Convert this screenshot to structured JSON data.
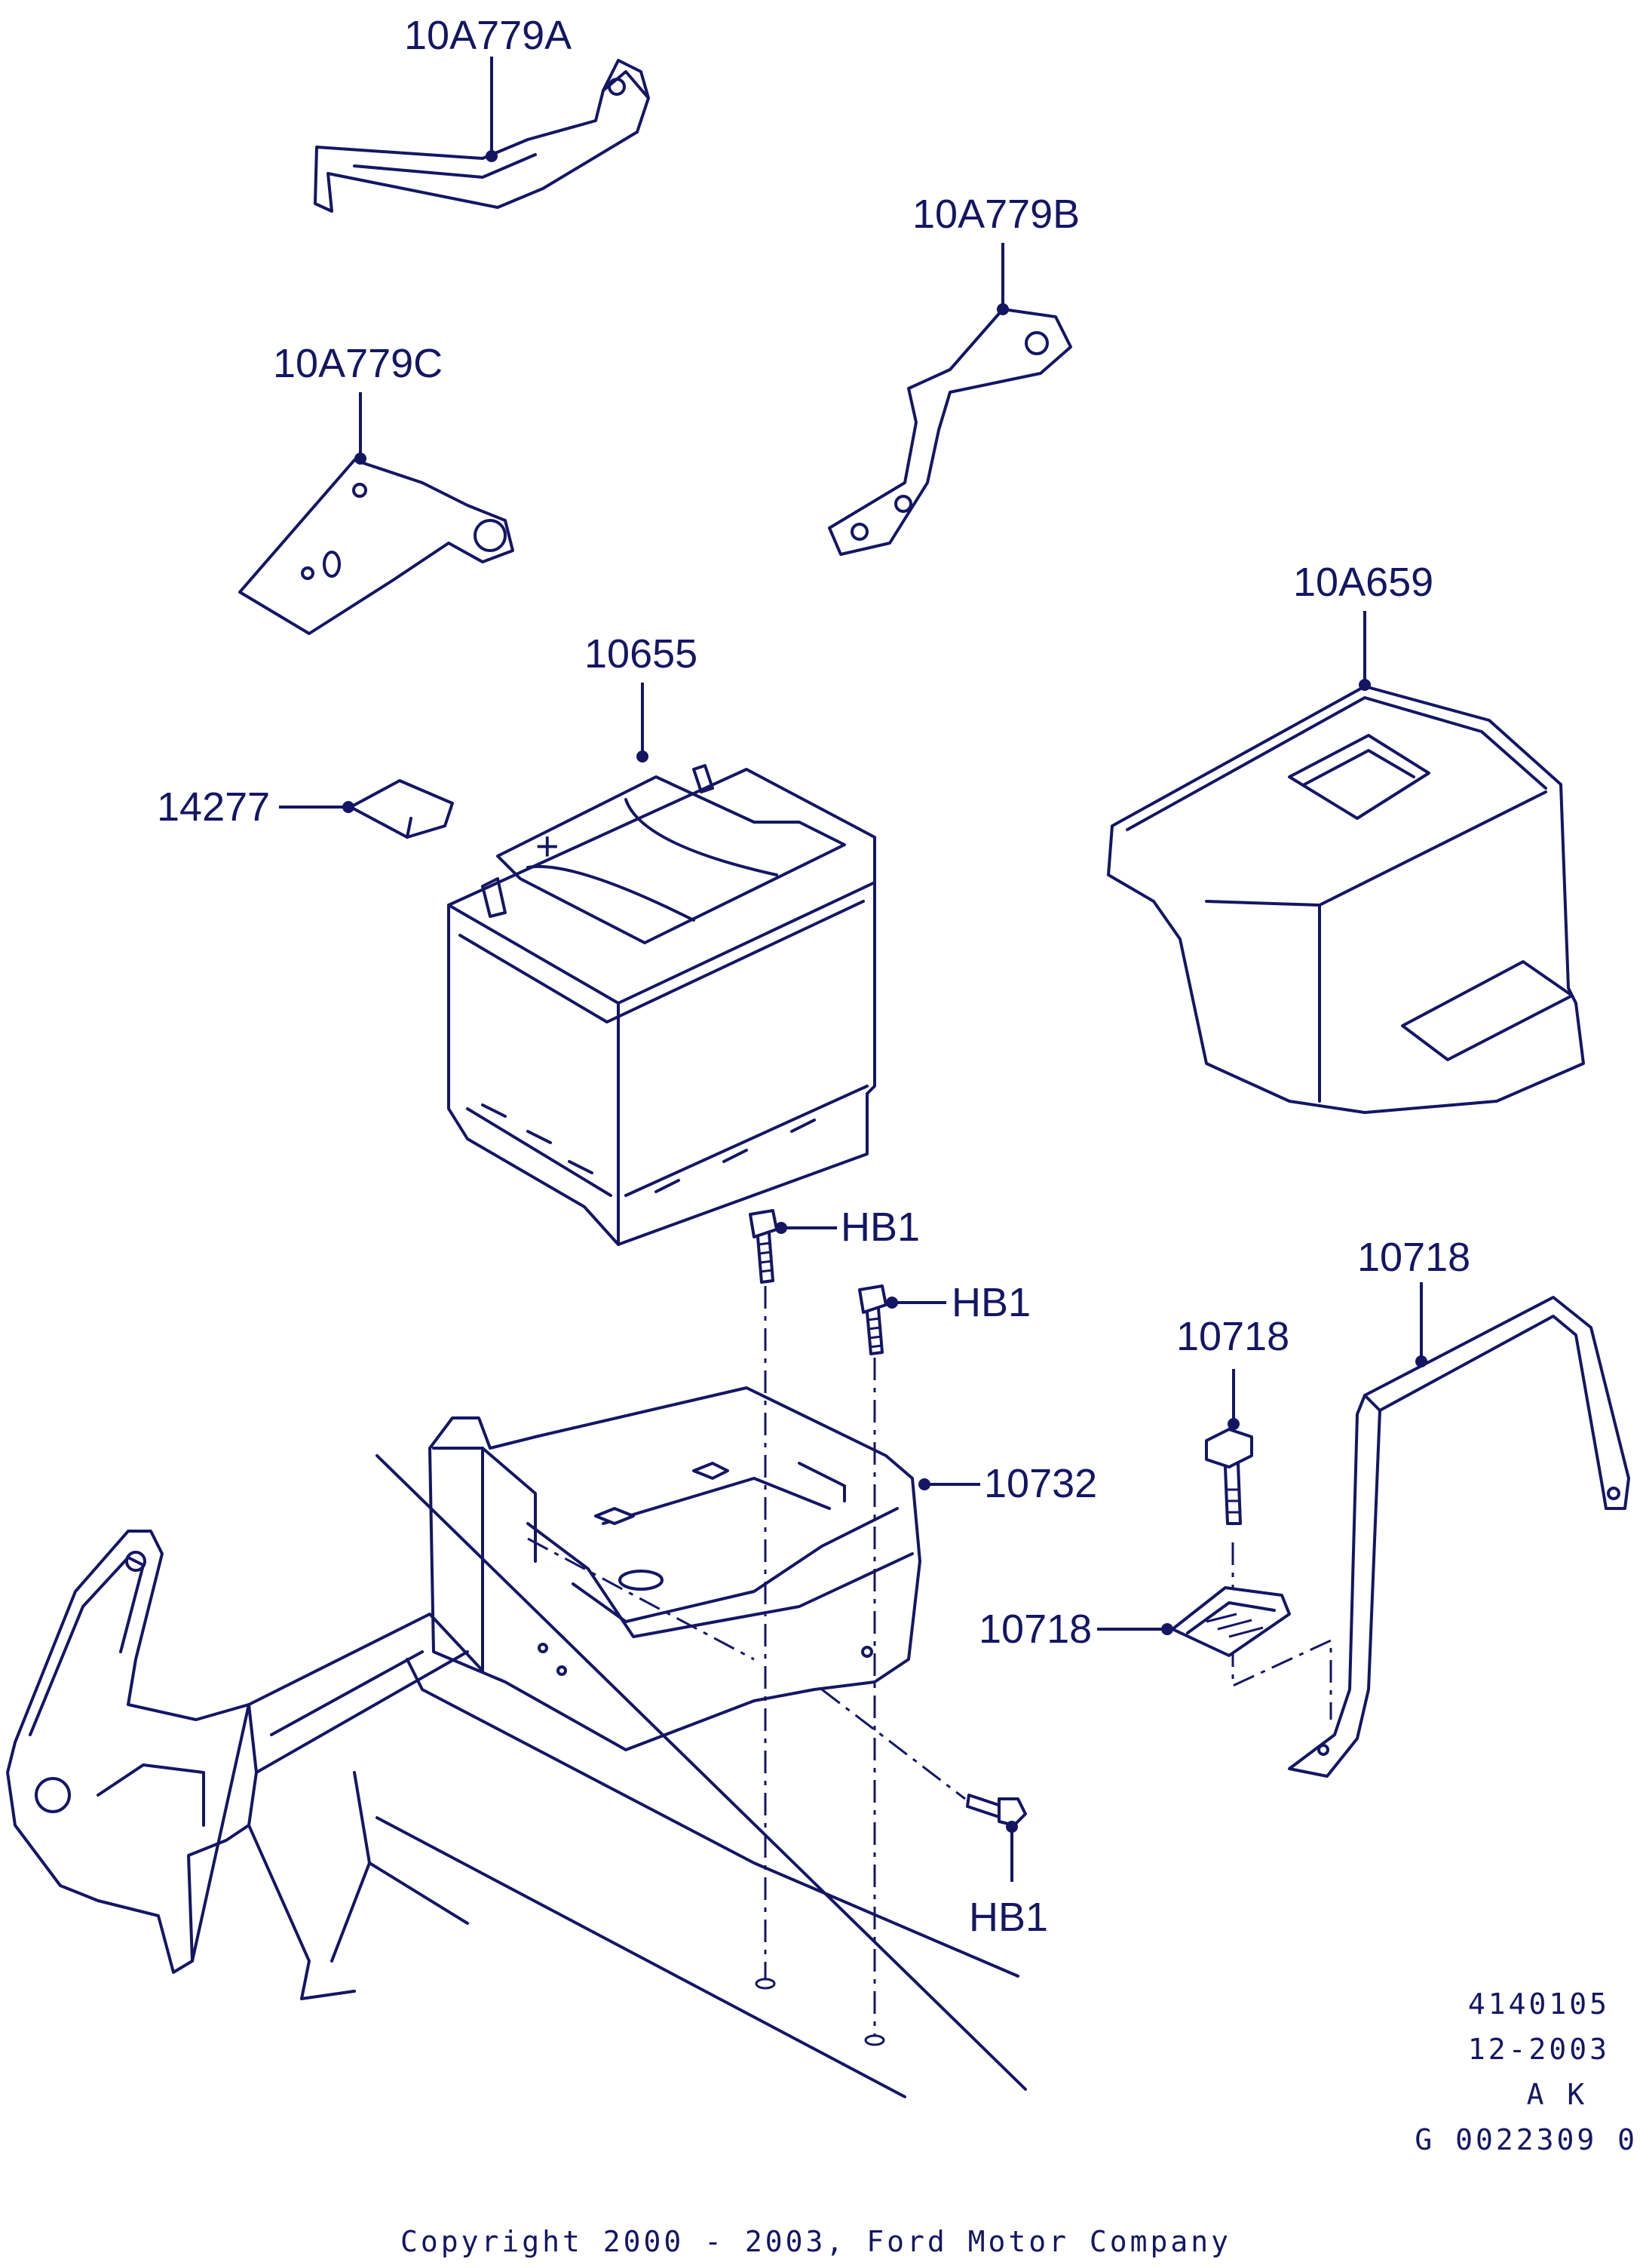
{
  "parts": {
    "bracket_a": "10A779A",
    "bracket_b": "10A779B",
    "bracket_c": "10A779C",
    "cover": "10A659",
    "battery": "10655",
    "terminal_cover": "14277",
    "bolt_1": "HB1",
    "bolt_2": "HB1",
    "bolt_3": "HB1",
    "tray": "10732",
    "strap": "10718",
    "clamp_bolt": "10718",
    "clamp": "10718"
  },
  "meta": {
    "ref_number": "4140105",
    "date": "12-2003",
    "initials": "A K",
    "code": "G 0022309 0"
  },
  "copyright": "Copyright 2000 - 2003, Ford Motor Company",
  "colors": {
    "ink": "#141664",
    "background": "#ffffff"
  }
}
